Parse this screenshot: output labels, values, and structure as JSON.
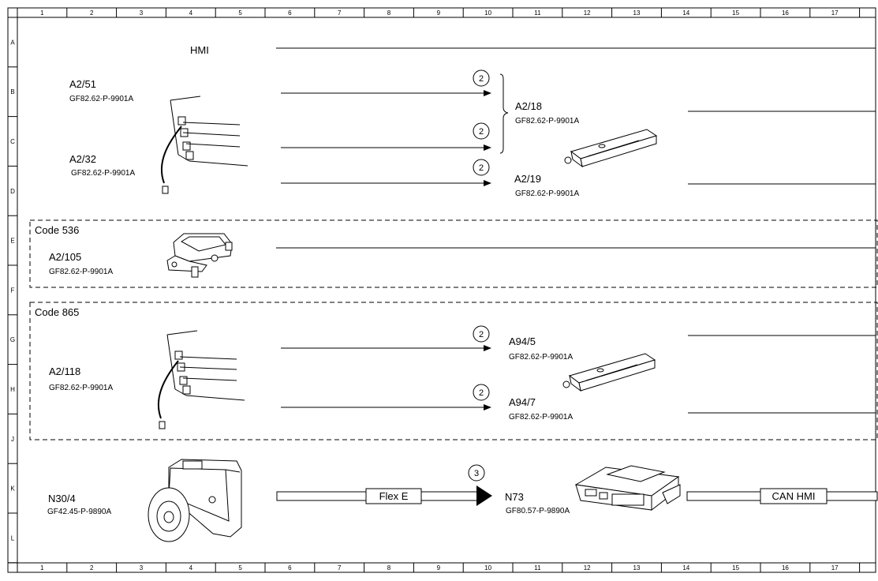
{
  "frame": {
    "columns": [
      "1",
      "2",
      "3",
      "4",
      "5",
      "6",
      "7",
      "8",
      "9",
      "10",
      "11",
      "12",
      "13",
      "14",
      "15",
      "16",
      "17"
    ],
    "rows": [
      "A",
      "B",
      "C",
      "D",
      "E",
      "F",
      "G",
      "H",
      "J",
      "K",
      "L"
    ]
  },
  "header": {
    "label": "HMI"
  },
  "groups": {
    "code_536": "Code 536",
    "code_865": "Code 865"
  },
  "components": {
    "a2_51": {
      "id": "A2/51",
      "ref": "GF82.62-P-9901A"
    },
    "a2_32": {
      "id": "A2/32",
      "ref": "GF82.62-P-9901A"
    },
    "a2_18": {
      "id": "A2/18",
      "ref": "GF82.62-P-9901A"
    },
    "a2_19": {
      "id": "A2/19",
      "ref": "GF82.62-P-9901A"
    },
    "a2_105": {
      "id": "A2/105",
      "ref": "GF82.62-P-9901A"
    },
    "a2_118": {
      "id": "A2/118",
      "ref": "GF82.62-P-9901A"
    },
    "a94_5": {
      "id": "A94/5",
      "ref": "GF82.62-P-9901A"
    },
    "a94_7": {
      "id": "A94/7",
      "ref": "GF82.62-P-9901A"
    },
    "n30_4": {
      "id": "N30/4",
      "ref": "GF42.45-P-9890A"
    },
    "n73": {
      "id": "N73",
      "ref": "GF80.57-P-9890A"
    }
  },
  "signal_badges": {
    "b1": "2",
    "b2": "2",
    "b3": "2",
    "b4": "2",
    "b5": "2",
    "b6": "3"
  },
  "buses": {
    "flex_e": "Flex E",
    "can_hmi": "CAN HMI"
  },
  "colors": {
    "line": "#000000",
    "background": "#ffffff"
  }
}
